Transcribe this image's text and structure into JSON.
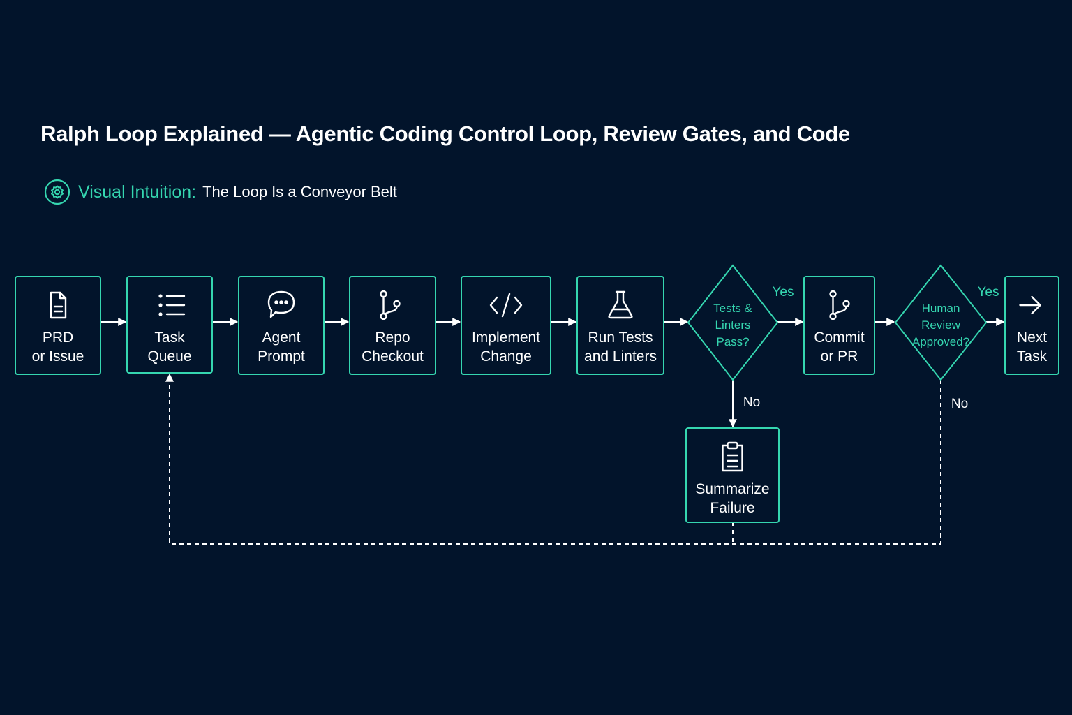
{
  "title": "Ralph Loop Explained — Agentic Coding Control Loop, Review Gates, and Code",
  "subtitle": {
    "icon": "gear-icon",
    "lead": "Visual Intuition:",
    "text": "The Loop Is a Conveyor Belt"
  },
  "colors": {
    "background": "#02142b",
    "accent": "#35d6b0",
    "text": "#ffffff"
  },
  "diagram": {
    "nodes": [
      {
        "id": "prd",
        "kind": "process",
        "icon": "document-icon",
        "label": [
          "PRD",
          "or Issue"
        ]
      },
      {
        "id": "queue",
        "kind": "process",
        "icon": "list-icon",
        "label": [
          "Task",
          "Queue"
        ]
      },
      {
        "id": "prompt",
        "kind": "process",
        "icon": "chat-bubble-icon",
        "label": [
          "Agent",
          "Prompt"
        ]
      },
      {
        "id": "checkout",
        "kind": "process",
        "icon": "git-branch-icon",
        "label": [
          "Repo",
          "Checkout"
        ]
      },
      {
        "id": "implement",
        "kind": "process",
        "icon": "code-icon",
        "label": [
          "Implement",
          "Change"
        ]
      },
      {
        "id": "tests",
        "kind": "process",
        "icon": "flask-icon",
        "label": [
          "Run Tests",
          "and Linters"
        ]
      },
      {
        "id": "gate1",
        "kind": "decision",
        "label": [
          "Tests &",
          "Linters",
          "Pass?"
        ]
      },
      {
        "id": "commit",
        "kind": "process",
        "icon": "git-branch-icon",
        "label": [
          "Commit",
          "or PR"
        ]
      },
      {
        "id": "gate2",
        "kind": "decision",
        "label": [
          "Human",
          "Review",
          "Approved?"
        ]
      },
      {
        "id": "next",
        "kind": "process",
        "icon": "arrow-right-icon",
        "label": [
          "Next",
          "Task"
        ]
      },
      {
        "id": "failure",
        "kind": "process",
        "icon": "clipboard-icon",
        "label": [
          "Summarize",
          "Failure"
        ]
      }
    ],
    "edges": [
      {
        "from": "prd",
        "to": "queue",
        "label": "",
        "style": "solid"
      },
      {
        "from": "queue",
        "to": "prompt",
        "label": "",
        "style": "solid"
      },
      {
        "from": "prompt",
        "to": "checkout",
        "label": "",
        "style": "solid"
      },
      {
        "from": "checkout",
        "to": "implement",
        "label": "",
        "style": "solid"
      },
      {
        "from": "implement",
        "to": "tests",
        "label": "",
        "style": "solid"
      },
      {
        "from": "tests",
        "to": "gate1",
        "label": "",
        "style": "solid"
      },
      {
        "from": "gate1",
        "to": "commit",
        "label": "Yes",
        "style": "solid"
      },
      {
        "from": "gate1",
        "to": "failure",
        "label": "No",
        "style": "solid"
      },
      {
        "from": "commit",
        "to": "gate2",
        "label": "",
        "style": "solid"
      },
      {
        "from": "gate2",
        "to": "next",
        "label": "Yes",
        "style": "solid"
      },
      {
        "from": "gate2",
        "to": "queue",
        "label": "No",
        "style": "dashed"
      },
      {
        "from": "failure",
        "to": "queue",
        "label": "",
        "style": "dashed"
      }
    ]
  }
}
